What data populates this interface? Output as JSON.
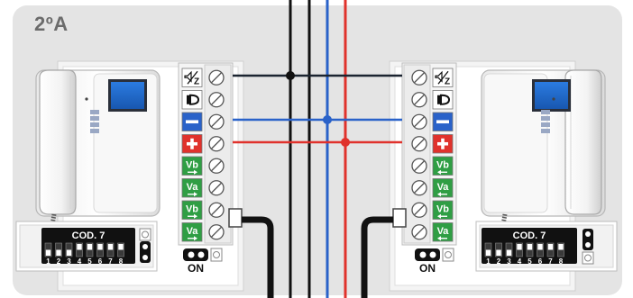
{
  "apartment_label": "2ºA",
  "colors": {
    "panel_bg": "#e4e4e4",
    "wire_black": "#111111",
    "wire_blue": "#2a62c9",
    "wire_red": "#e0322c",
    "terminal_green": "#2f9e44",
    "terminal_red": "#e0322c",
    "terminal_blue": "#2a62c9",
    "screen_blue": "#1f66c7"
  },
  "left_unit": {
    "terminals": [
      "speaker-off-icon",
      "door-lock-icon",
      "−",
      "+",
      "Vb",
      "Va",
      "Vb",
      "Va"
    ],
    "code_label": "COD. 7",
    "dip_numbers": [
      "1",
      "2",
      "3",
      "4",
      "5",
      "6",
      "7",
      "8"
    ],
    "jumper_label": "ON"
  },
  "right_unit": {
    "terminals": [
      "speaker-off-icon",
      "door-lock-icon",
      "−",
      "+",
      "Vb",
      "Va",
      "Vb",
      "Va"
    ],
    "code_label": "COD. 7",
    "dip_numbers": [
      "1",
      "2",
      "3",
      "4",
      "5",
      "6",
      "7",
      "8"
    ],
    "jumper_label": "ON"
  }
}
